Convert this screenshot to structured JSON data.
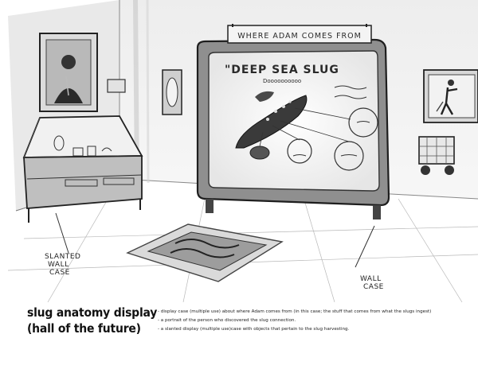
{
  "sketch": {
    "banner_text": "WHERE ADAM COMES FROM",
    "screen_heading": "\"DEEP SEA SLUG",
    "screen_subheading": "Doooooooooo",
    "label_slanted_case": [
      "SLANTED",
      "WALL",
      "CASE"
    ],
    "label_wall_case": [
      "WALL",
      "CASE"
    ]
  },
  "caption": {
    "title_line1": "slug anatomy display",
    "title_line2": "(hall of the future)",
    "notes": [
      "- display case (multiple use) about where Adam comes from (in this case; the stuff that comes from what the slugs ingest)",
      "- a portrait of the person who discovered the slug connection.",
      "- a slanted display (multiple use)case with objects that pertain to the slug harvesting."
    ]
  }
}
